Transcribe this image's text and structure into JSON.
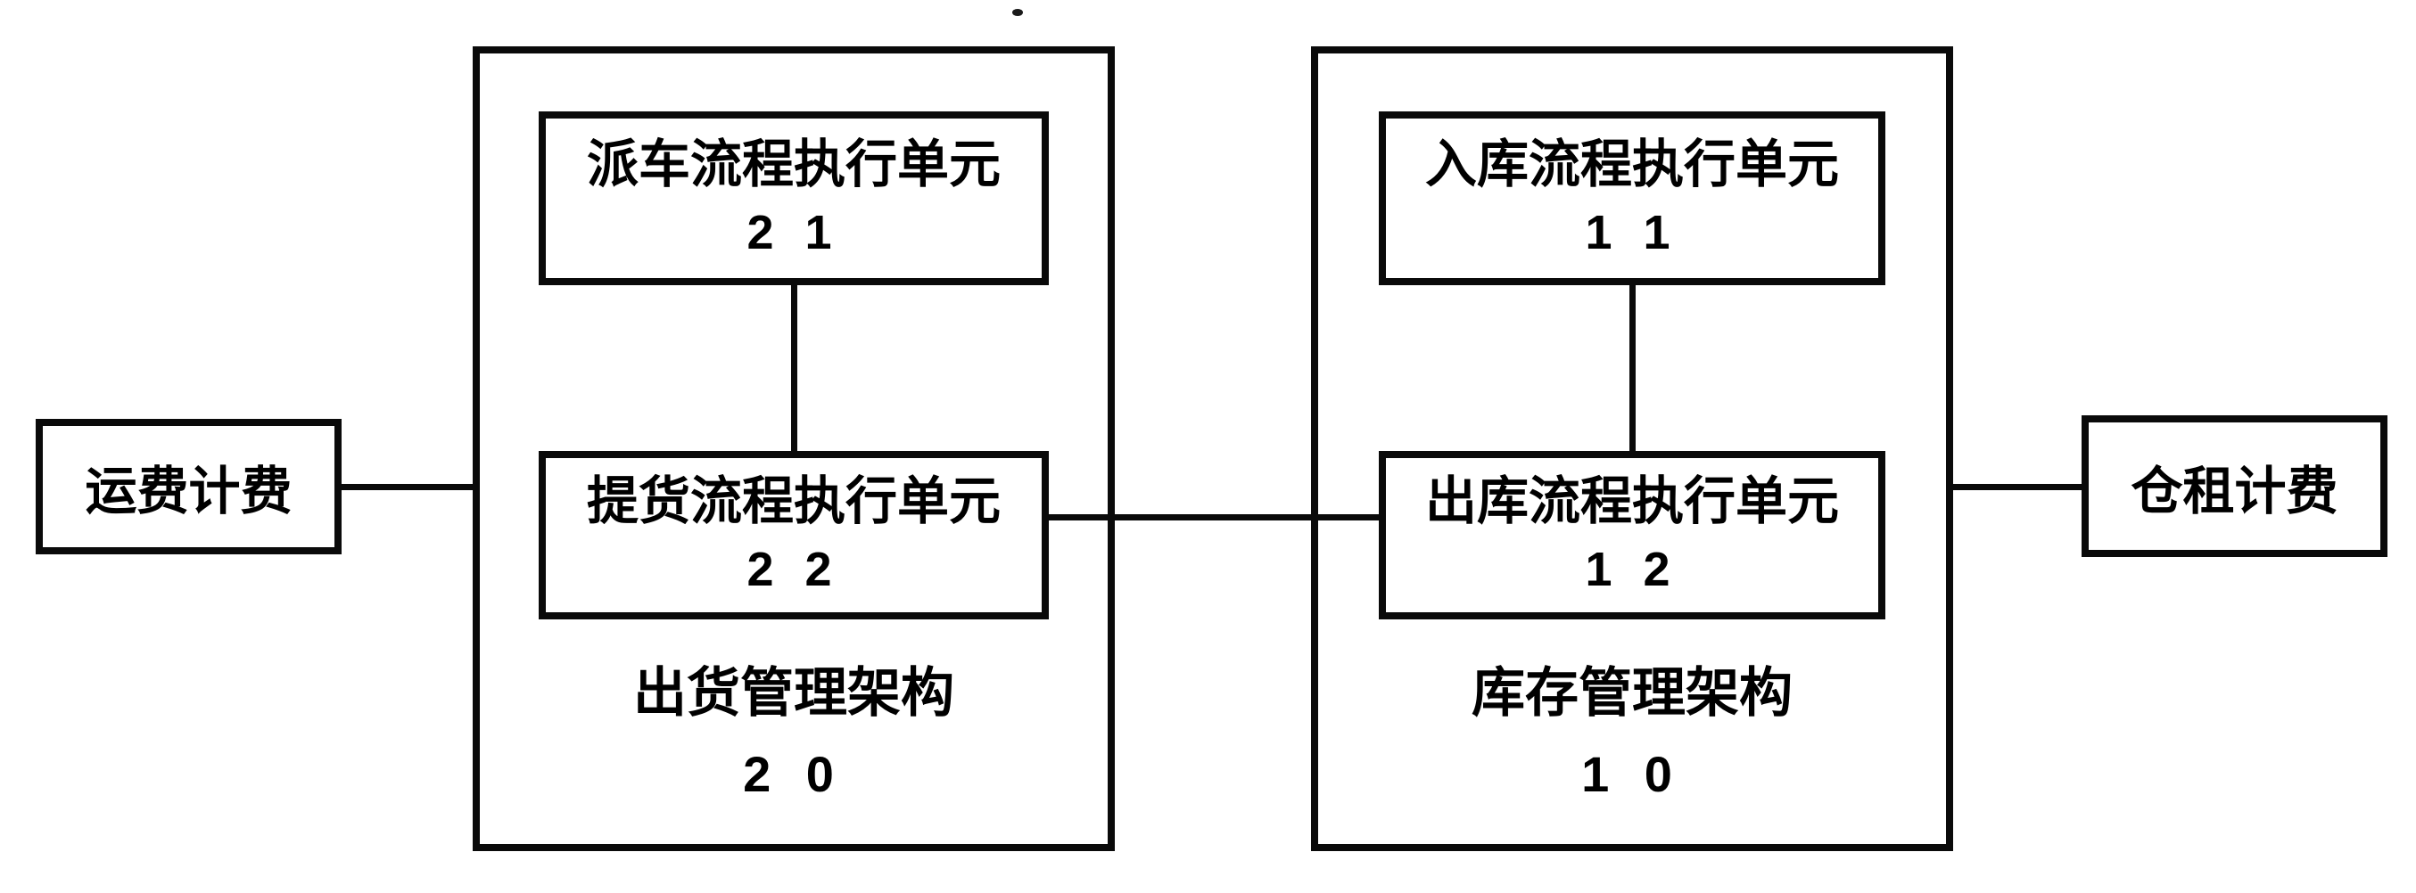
{
  "figure": {
    "type": "block-diagram",
    "colors": {
      "line": "#0a0a0a",
      "background": "#ffffff"
    },
    "external_boxes": [
      {
        "id": "freight-billing",
        "label": "运费计费"
      },
      {
        "id": "warehouse-rent-billing",
        "label": "仓租计费"
      }
    ],
    "groups": [
      {
        "id": "shipping-management",
        "title": "出货管理架构",
        "number": "2 0",
        "units": [
          {
            "id": "dispatch-unit",
            "label": "派车流程执行单元",
            "number": "2 1"
          },
          {
            "id": "pickup-unit",
            "label": "提货流程执行单元",
            "number": "2 2"
          }
        ]
      },
      {
        "id": "inventory-management",
        "title": "库存管理架构",
        "number": "1 0",
        "units": [
          {
            "id": "inbound-unit",
            "label": "入库流程执行单元",
            "number": "1 1"
          },
          {
            "id": "outbound-unit",
            "label": "出库流程执行单元",
            "number": "1 2"
          }
        ]
      }
    ],
    "connections": [
      {
        "from": "freight-billing",
        "to": "shipping-management"
      },
      {
        "from": "dispatch-unit",
        "to": "pickup-unit"
      },
      {
        "from": "pickup-unit",
        "to": "outbound-unit"
      },
      {
        "from": "inbound-unit",
        "to": "outbound-unit"
      },
      {
        "from": "inventory-management",
        "to": "warehouse-rent-billing"
      }
    ]
  }
}
